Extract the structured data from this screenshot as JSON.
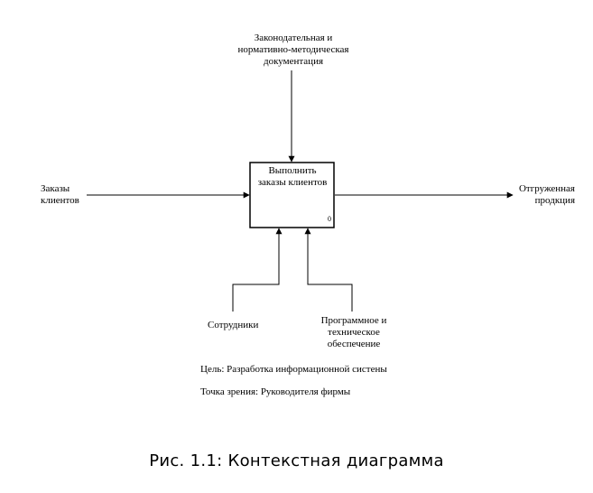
{
  "diagram": {
    "function": {
      "line1": "Выполнить",
      "line2": "заказы клиентов",
      "node_number": "0"
    },
    "control": {
      "line1": "Законодательная и",
      "line2": "нормативно-методическая",
      "line3": "документация"
    },
    "input": {
      "line1": "Заказы",
      "line2": "клиентов"
    },
    "output": {
      "line1": "Отгруженная",
      "line2": "продкция"
    },
    "mechanisms": [
      {
        "line1": "Сотрудники"
      },
      {
        "line1": "Программное и",
        "line2": "техническое",
        "line3": "обеспечение"
      }
    ],
    "goal": "Цель: Разработка информационной систены",
    "viewpoint": "Точка зрения: Руководителя фирмы"
  },
  "caption": "Рис. 1.1: Контекстная диаграмма"
}
